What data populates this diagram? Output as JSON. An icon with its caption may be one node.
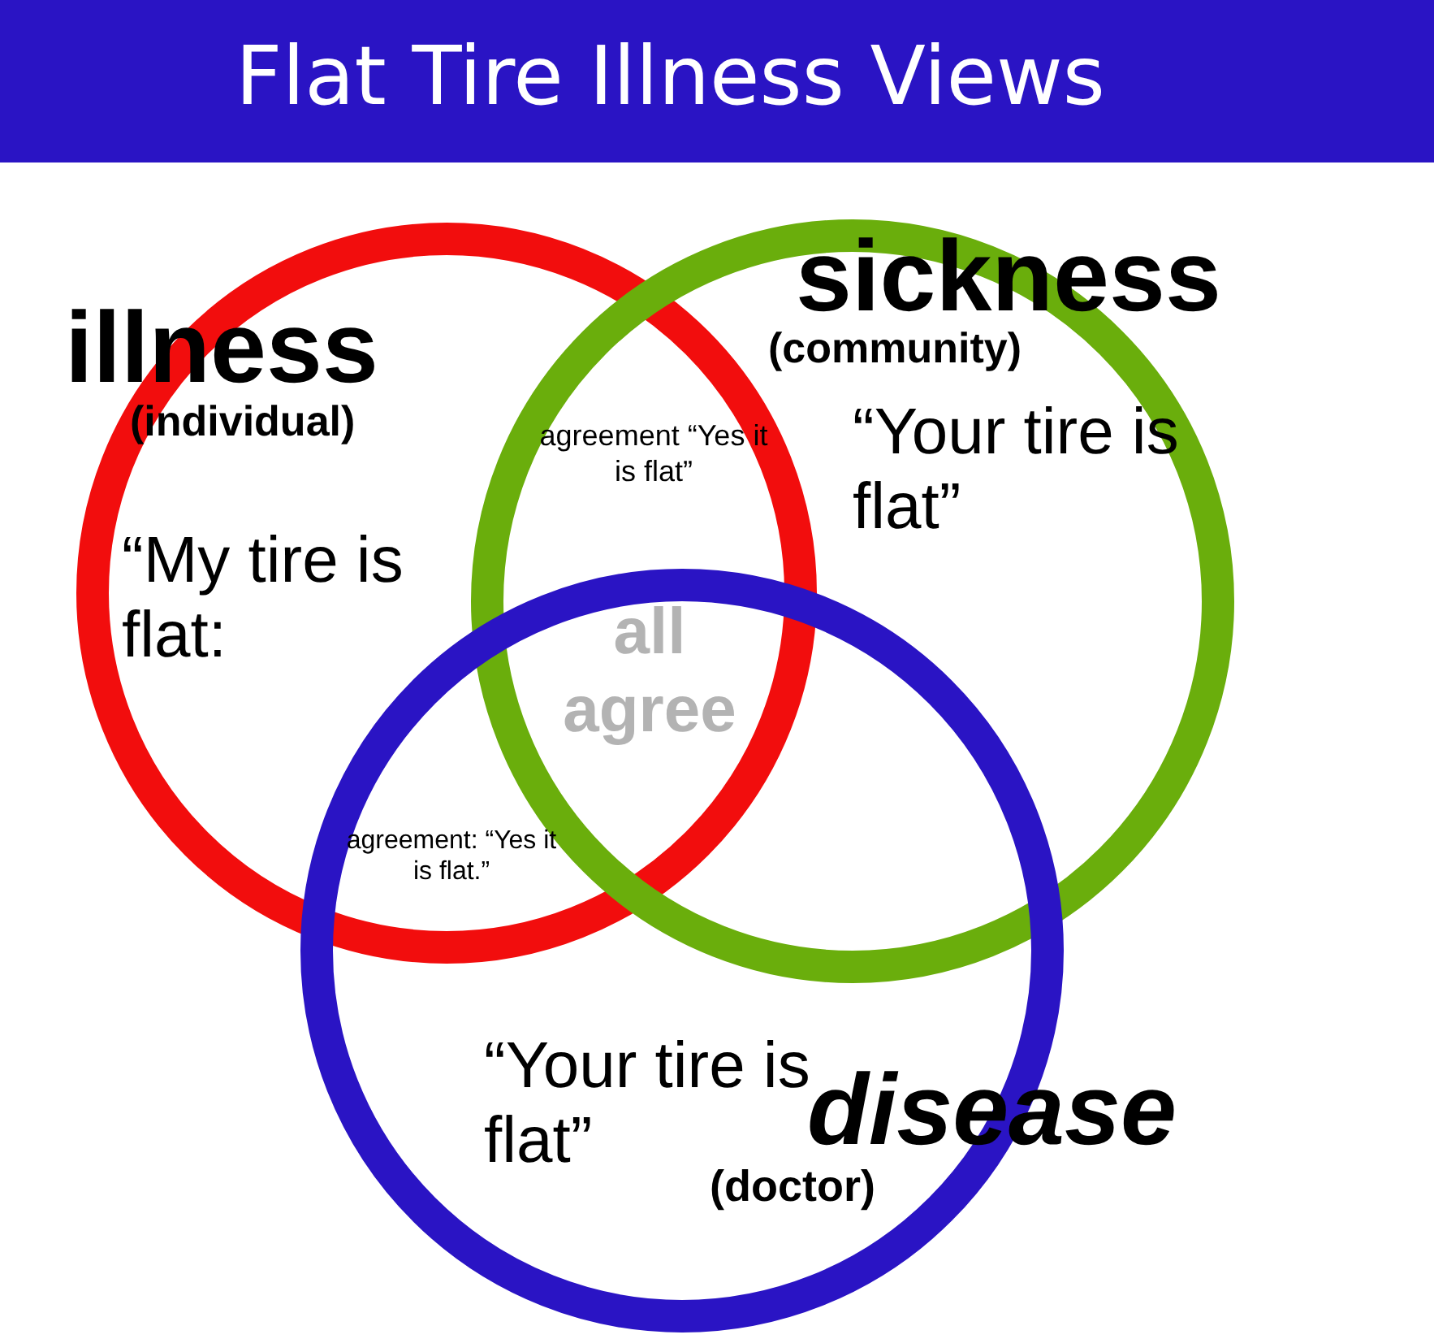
{
  "diagram": {
    "title": "Flat Tire Illness Views",
    "nodes": [
      {
        "text": [
          "illness",
          "(individual)",
          "“My tire is flat:"
        ]
      },
      {
        "text": [
          "sickness",
          "(community)",
          "“Your tire is flat”"
        ]
      },
      {
        "text": [
          "“Your tire is flat”",
          "disease",
          "(doctor)"
        ]
      }
    ],
    "edges": [],
    "labels": [
      "agreement “Yes it is flat”",
      "all agree",
      "agreement: “Yes it is flat.”"
    ]
  }
}
